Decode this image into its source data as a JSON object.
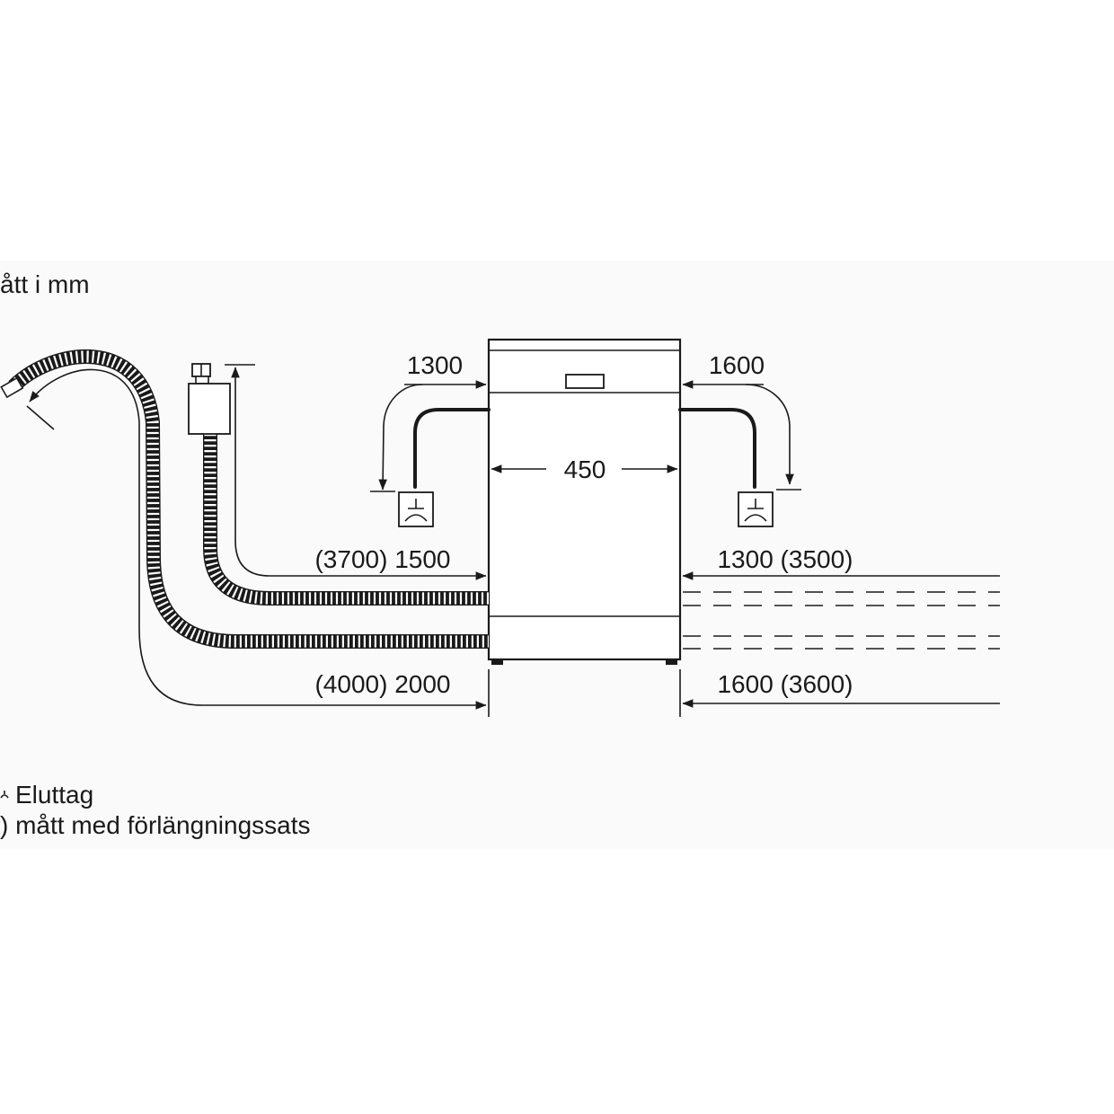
{
  "header": {
    "units_text": "ått i mm"
  },
  "dimensions": {
    "top_left_1300": "1300",
    "top_right_1600": "1600",
    "width_450": "450",
    "left_upper": "(3700) 1500",
    "right_upper": "1300 (3500)",
    "left_lower": "(4000) 2000",
    "right_lower": "1600 (3600)"
  },
  "legend": {
    "outlet_text": "Eluttag",
    "extension_text": ") mått med förlängningssats"
  },
  "icons": {
    "outlet": "power-outlet-icon",
    "aquastop": "aquastop-valve-icon"
  }
}
